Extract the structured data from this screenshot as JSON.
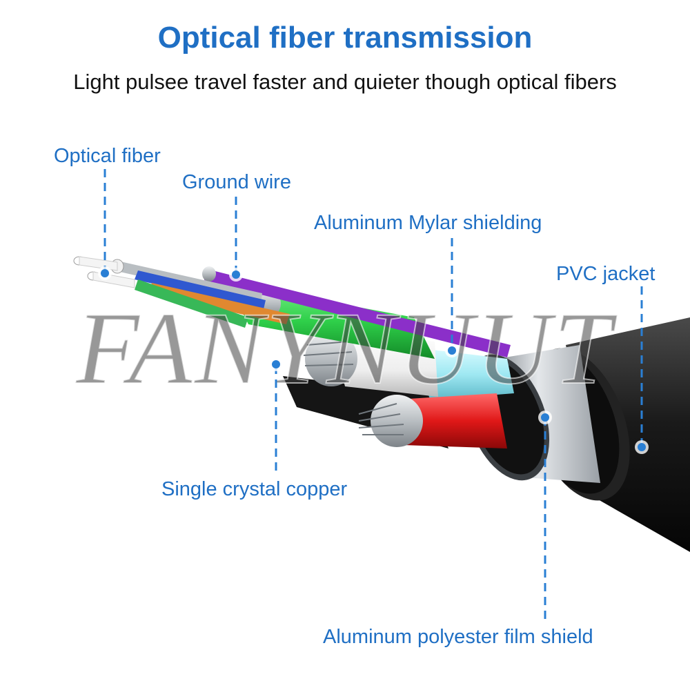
{
  "header": {
    "title": "Optical fiber transmission",
    "subtitle": "Light pulsee travel faster and quieter though optical fibers"
  },
  "labels": {
    "optical_fiber": "Optical fiber",
    "ground_wire": "Ground wire",
    "aluminum_mylar": "Aluminum Mylar shielding",
    "pvc_jacket": "PVC jacket",
    "single_crystal_copper": "Single crystal copper",
    "aluminum_polyester": "Aluminum polyester film shield"
  },
  "watermark": "FANYNUUT",
  "colors": {
    "accent": "#1f6fc4",
    "leader": "#2a7fd4",
    "jacket": "#1a1a1a",
    "green": "#2fd04a",
    "red": "#e01818",
    "purple": "#8b2fc9",
    "cyan": "#9fe8f2",
    "white_core": "#f2f2f2",
    "blue": "#2f58d0",
    "orange": "#e08830",
    "aluminum": "#c8cdd1"
  }
}
